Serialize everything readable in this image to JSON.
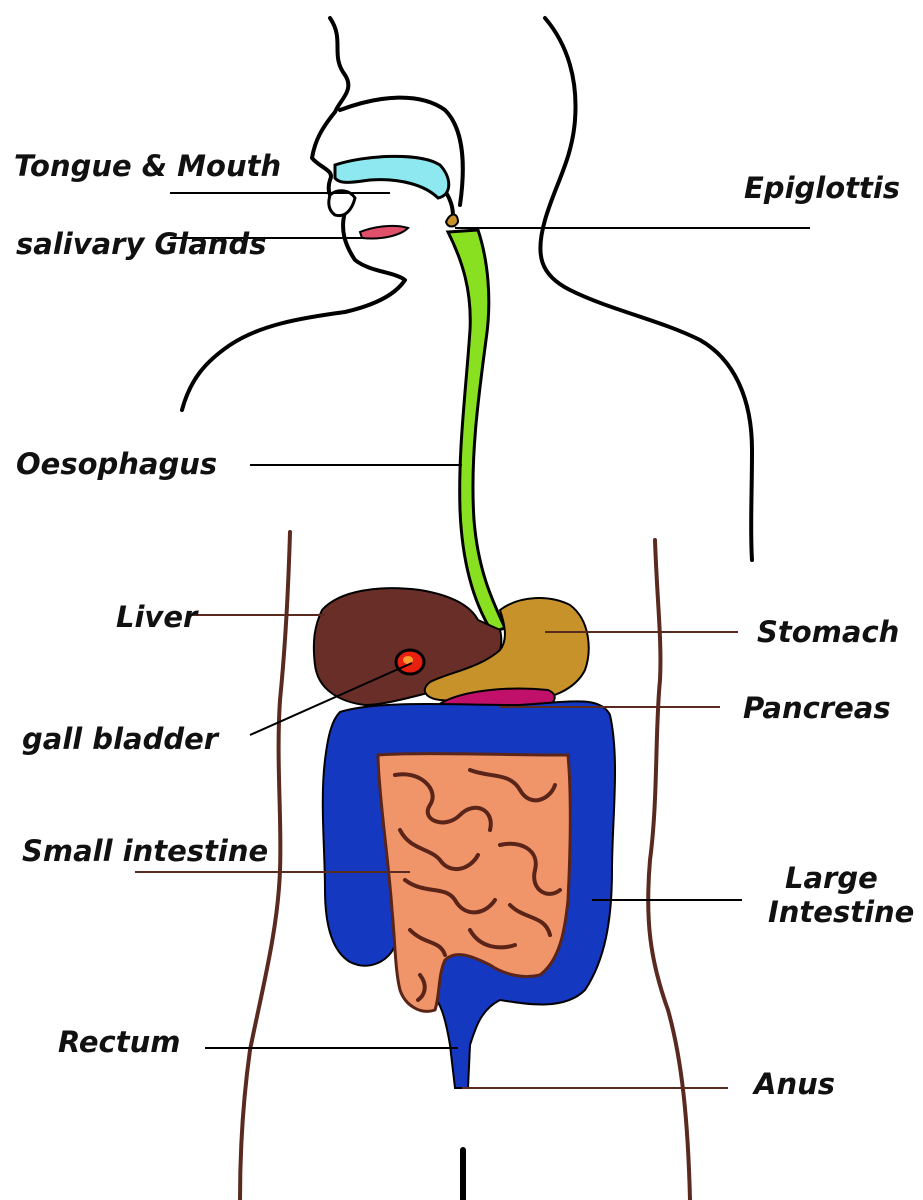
{
  "labels": {
    "tongue_mouth": "Tongue & Mouth",
    "salivary_glands": "salivary Glands",
    "epiglottis": "Epiglottis",
    "oesophagus": "Oesophagus",
    "liver": "Liver",
    "stomach": "Stomach",
    "gall_bladder": "gall bladder",
    "pancreas": "Pancreas",
    "small_intestine": "Small intestine",
    "large_intestine_line1": "Large",
    "large_intestine_line2": "Intestine",
    "rectum": "Rectum",
    "anus": "Anus"
  },
  "colors": {
    "outline": "#000000",
    "torso_outline": "#5a2a20",
    "tongue": "#8ee8f0",
    "salivary": "#e0506a",
    "oesophagus": "#88e020",
    "liver": "#6a2e28",
    "stomach": "#c8922a",
    "gall_bladder": "#e82010",
    "pancreas": "#c0106a",
    "large_intestine": "#1438c0",
    "small_intestine": "#f0946a",
    "small_intestine_folds": "#5a2418"
  }
}
